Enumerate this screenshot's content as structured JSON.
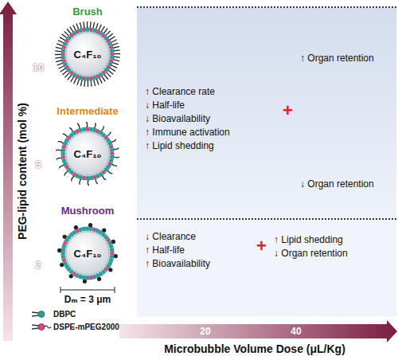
{
  "diagram": {
    "nodes": [
      {
        "text": [
          "Brush",
          "C₄F₁₀"
        ]
      },
      {
        "text": [
          "Intermediate",
          "C₄F₁₀"
        ]
      },
      {
        "text": [
          "Mushroom",
          "C₄F₁₀"
        ]
      },
      {
        "text": [
          "↑ Organ retention",
          "↑ Clearance rate",
          "↓ Half-life",
          "↓ Bioavailability",
          "↑ Immune activation",
          "↑ Lipid shedding",
          "+",
          "↓ Organ retention"
        ]
      },
      {
        "text": [
          "↓ Clearance",
          "↑ Half-life",
          "↑ Bioavailability",
          "+",
          "↑ Lipid shedding",
          "↓ Organ retention"
        ]
      }
    ],
    "labels": [
      "PEG-lipid content (mol %)",
      "10",
      "5",
      "2",
      "Dₘ = 3 μm",
      "Microbubble Volume Dose (μL/Kg)",
      "20",
      "40"
    ],
    "legend": [
      {
        "text": "DBPC"
      },
      {
        "text": "DSPE-mPEG2000"
      }
    ]
  }
}
